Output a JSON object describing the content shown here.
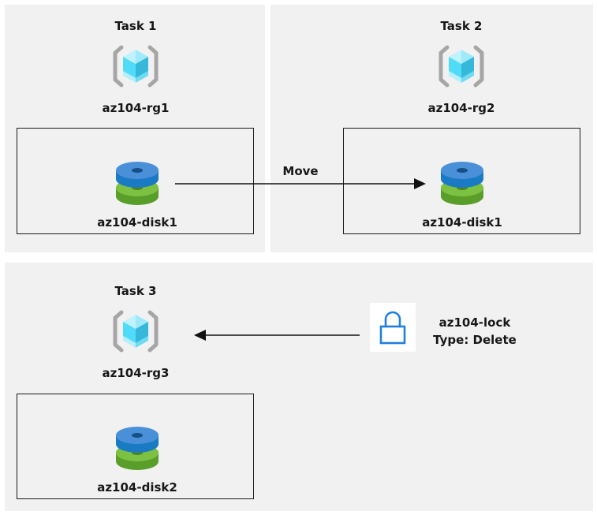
{
  "theme": {
    "panel_bg": "#f1f1f1",
    "page_bg": "#ffffff",
    "box_border": "#1a1a1a",
    "text": "#171717",
    "cube_cyan_light": "#9fe9fb",
    "cube_cyan_mid": "#50dcf8",
    "cube_cyan_dark": "#35b8da",
    "bracket_gray": "#a6a6a6",
    "disk_blue_top": "#4a90d9",
    "disk_blue_side": "#1a7bc4",
    "disk_blue_hole": "#154f86",
    "disk_green_top": "#7cc142",
    "disk_green_side": "#5a9e2a",
    "disk_green_hole": "#4a8520",
    "lock_blue": "#1f7fe0",
    "arrow_color": "#121212"
  },
  "panels": [
    {
      "id": "task1",
      "title": "Task 1",
      "resource_group": {
        "label": "az104-rg1",
        "icon": "resource-group-icon"
      },
      "box": {
        "resource": {
          "label": "az104-disk1",
          "icon": "managed-disk-icon"
        }
      }
    },
    {
      "id": "task2",
      "title": "Task 2",
      "resource_group": {
        "label": "az104-rg2",
        "icon": "resource-group-icon"
      },
      "box": {
        "resource": {
          "label": "az104-disk1",
          "icon": "managed-disk-icon"
        }
      }
    },
    {
      "id": "task3",
      "title": "Task 3",
      "resource_group": {
        "label": "az104-rg3",
        "icon": "resource-group-icon"
      },
      "box": {
        "resource": {
          "label": "az104-disk2",
          "icon": "managed-disk-icon"
        }
      }
    }
  ],
  "connectors": {
    "move": {
      "label": "Move",
      "direction": "left-to-right",
      "from": "az104-disk1 in az104-rg1",
      "to": "az104-rg2"
    },
    "lock_applied": {
      "label": "",
      "direction": "right-to-left",
      "from": "az104-lock",
      "to": "az104-rg3"
    }
  },
  "lock": {
    "icon": "lock-icon",
    "name": "az104-lock",
    "type_line": "Type: Delete"
  }
}
